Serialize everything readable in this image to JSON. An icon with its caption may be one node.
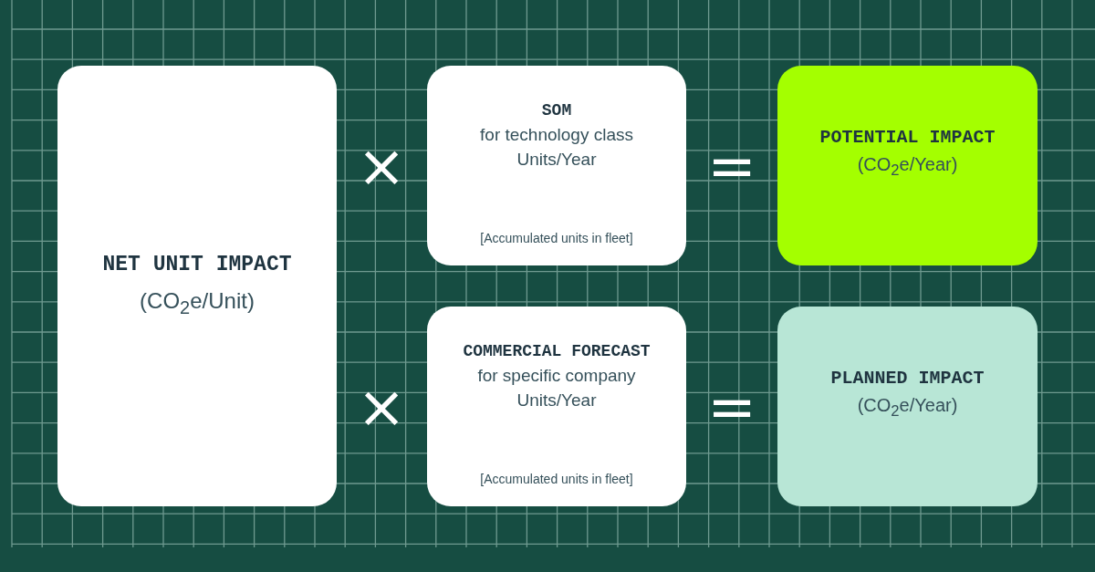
{
  "diagram": {
    "nodes": [
      {
        "text": [
          "NET UNIT IMPACT",
          "(CO$_{2}$e/Unit)"
        ]
      },
      {
        "text": [
          "SOM",
          "for technology class Units/Year",
          "[Accumulated units in fleet]"
        ]
      },
      {
        "text": [
          "POTENTIAL IMPACT",
          "(CO$_{2}$e/Year)"
        ]
      },
      {
        "text": [
          "COMMERCIAL FORECAST",
          "for specific company Units/Year",
          "[Accumulated units in fleet]"
        ]
      },
      {
        "text": [
          "PLANNED IMPACT",
          "(CO$_{2}$e/Year)"
        ]
      }
    ],
    "labels": [
      "×",
      "=",
      "×",
      "="
    ]
  }
}
